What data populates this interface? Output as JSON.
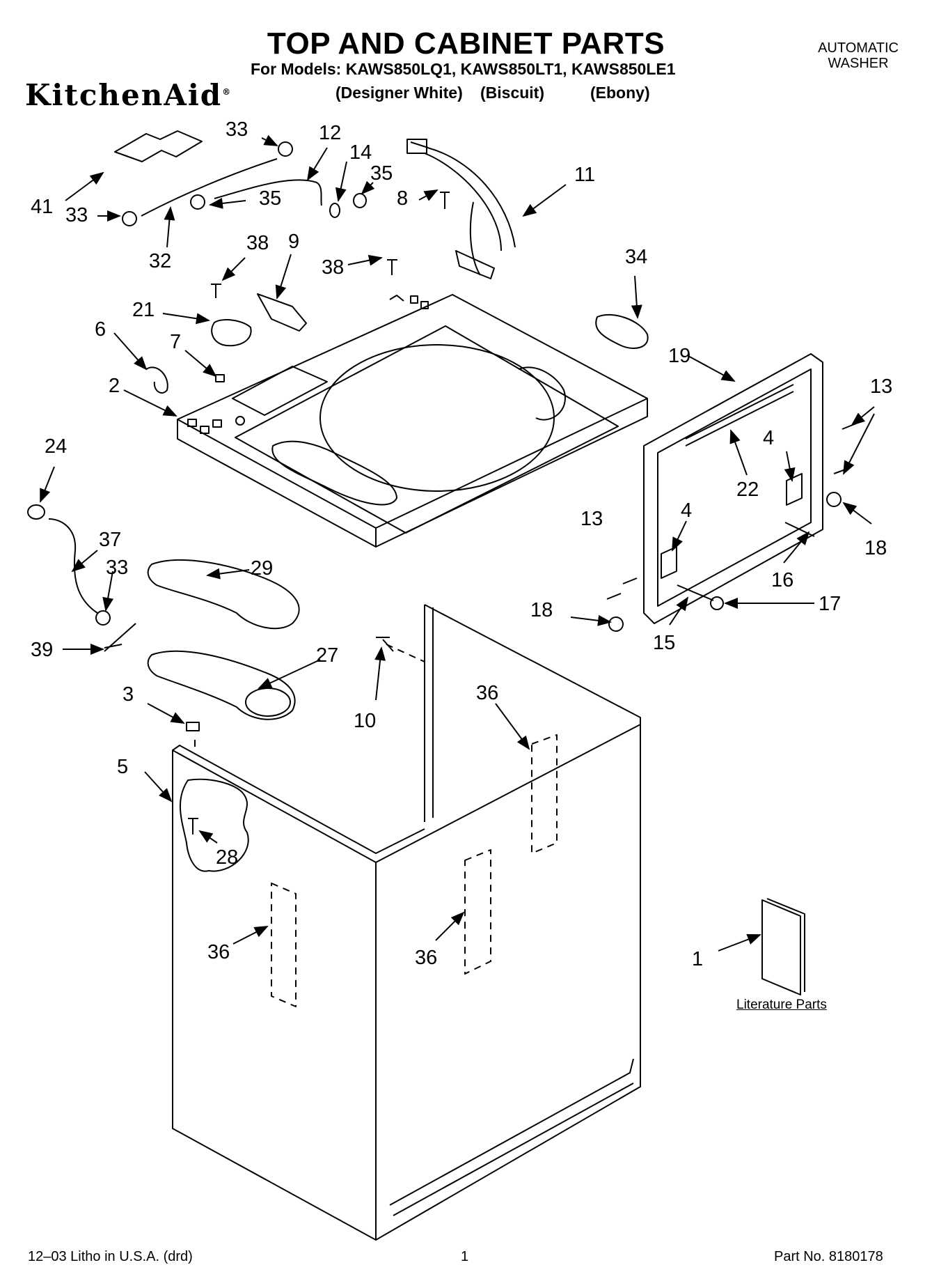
{
  "header": {
    "title": "TOP AND CABINET PARTS",
    "models": "For Models: KAWS850LQ1, KAWS850LT1, KAWS850LE1",
    "brand": "KitchenAid",
    "brand_mark": "®",
    "colors": [
      "(Designer White)",
      "(Biscuit)",
      "(Ebony)"
    ],
    "product_line1": "AUTOMATIC",
    "product_line2": "WASHER"
  },
  "callouts": {
    "c33a": "33",
    "c12": "12",
    "c14": "14",
    "c35a": "35",
    "c11": "11",
    "c41": "41",
    "c33b": "33",
    "c35b": "35",
    "c8": "8",
    "c32": "32",
    "c38a": "38",
    "c9": "9",
    "c38b": "38",
    "c34": "34",
    "c21": "21",
    "c6": "6",
    "c7": "7",
    "c19": "19",
    "c2": "2",
    "c13a": "13",
    "c4a": "4",
    "c22": "22",
    "c24": "24",
    "c13b": "13",
    "c4b": "4",
    "c18a": "18",
    "c37": "37",
    "c29": "29",
    "c33c": "33",
    "c16": "16",
    "c18b": "18",
    "c17": "17",
    "c15": "15",
    "c39": "39",
    "c27": "27",
    "c10": "10",
    "c3": "3",
    "c36a": "36",
    "c5": "5",
    "c28": "28",
    "c36b": "36",
    "c36c": "36",
    "c1": "1"
  },
  "literature_label": "Literature Parts",
  "footer": {
    "left": "12–03 Litho in U.S.A. (drd)",
    "page": "1",
    "part_no": "Part No. 8180178"
  }
}
